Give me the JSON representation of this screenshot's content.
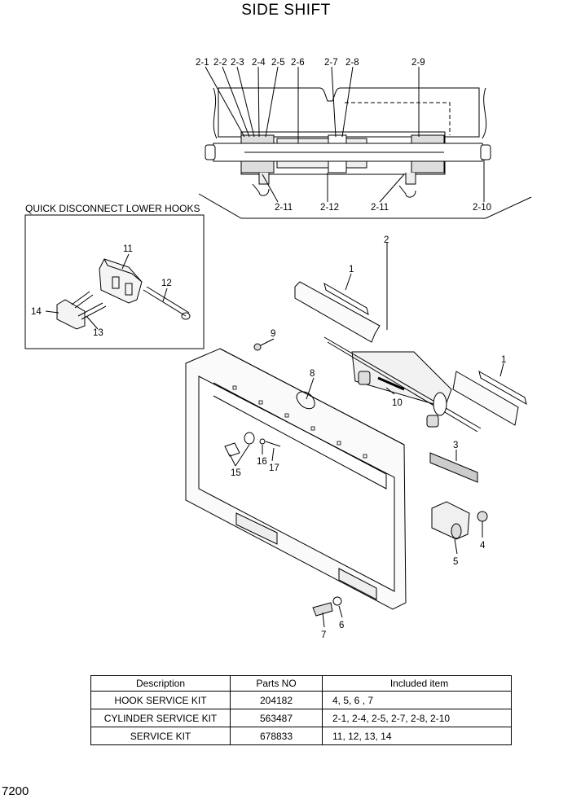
{
  "title": "SIDE SHIFT",
  "page_number": "7200",
  "inset_title": "QUICK DISCONNECT LOWER HOOKS",
  "callouts": {
    "c2_1": "2-1",
    "c2_2": "2-2",
    "c2_3": "2-3",
    "c2_4": "2-4",
    "c2_5": "2-5",
    "c2_6": "2-6",
    "c2_7": "2-7",
    "c2_8": "2-8",
    "c2_9": "2-9",
    "c2_11a": "2-11",
    "c2_12": "2-12",
    "c2_11b": "2-11",
    "c2_10": "2-10",
    "c2": "2",
    "c1a": "1",
    "c1b": "1",
    "c3": "3",
    "c4": "4",
    "c5": "5",
    "c6": "6",
    "c7": "7",
    "c8": "8",
    "c9": "9",
    "c10": "10",
    "c11": "11",
    "c12": "12",
    "c13": "13",
    "c14": "14",
    "c15": "15",
    "c16": "16",
    "c17": "17"
  },
  "table": {
    "headers": [
      "Description",
      "Parts NO",
      "Included item"
    ],
    "rows": [
      {
        "description": "HOOK SERVICE KIT",
        "part_no": "204182",
        "items": "4, 5, 6 , 7"
      },
      {
        "description": "CYLINDER SERVICE KIT",
        "part_no": "563487",
        "items": "2-1, 2-4, 2-5, 2-7, 2-8, 2-10"
      },
      {
        "description": "SERVICE KIT",
        "part_no": "678833",
        "items": "11, 12, 13, 14"
      }
    ]
  }
}
